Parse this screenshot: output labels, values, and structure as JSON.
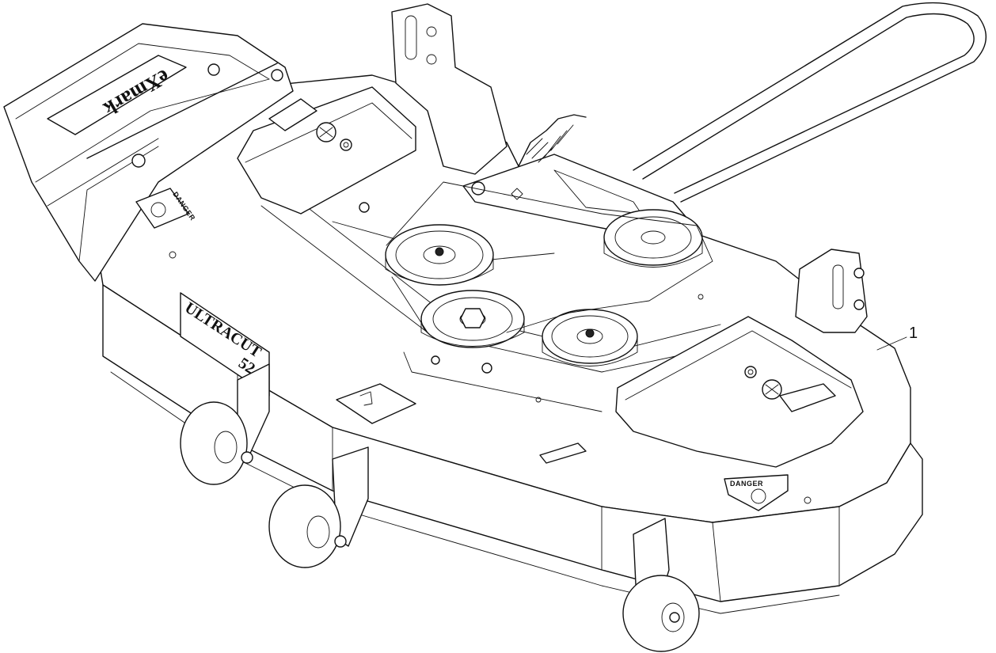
{
  "callout": {
    "label": "1"
  },
  "decals": {
    "danger_left": "DANGER",
    "danger_right": "DANGER",
    "brand_logo": "eXmark",
    "model_badge": "ULTRACUT",
    "model_number": "52"
  }
}
